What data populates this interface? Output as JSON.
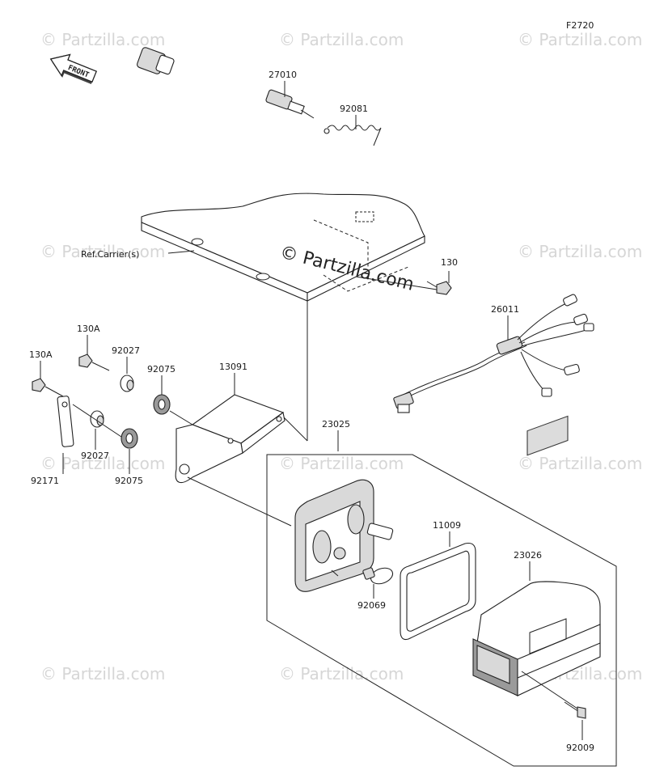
{
  "figure_code": "F2720",
  "front_label": "FRONT",
  "watermark": "© Partzilla.com",
  "reference_label": "Ref.Carrier(s)",
  "parts": [
    {
      "id": "p27010",
      "label": "27010"
    },
    {
      "id": "p92081",
      "label": "92081"
    },
    {
      "id": "p130",
      "label": "130"
    },
    {
      "id": "p26011",
      "label": "26011"
    },
    {
      "id": "p130A_1",
      "label": "130A"
    },
    {
      "id": "p130A_2",
      "label": "130A"
    },
    {
      "id": "p92027_1",
      "label": "92027"
    },
    {
      "id": "p92075_1",
      "label": "92075"
    },
    {
      "id": "p13091",
      "label": "13091"
    },
    {
      "id": "p92171",
      "label": "92171"
    },
    {
      "id": "p92027_2",
      "label": "92027"
    },
    {
      "id": "p92075_2",
      "label": "92075"
    },
    {
      "id": "p23025",
      "label": "23025"
    },
    {
      "id": "p11009",
      "label": "11009"
    },
    {
      "id": "p23026",
      "label": "23026"
    },
    {
      "id": "p92069",
      "label": "92069"
    },
    {
      "id": "p92009",
      "label": "92009"
    }
  ]
}
